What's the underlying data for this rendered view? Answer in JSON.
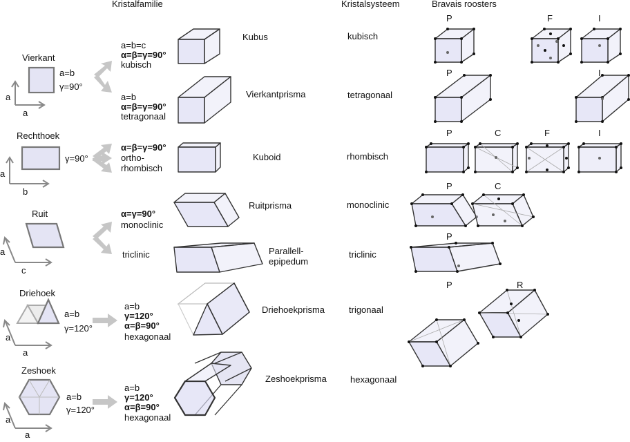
{
  "headers": {
    "family": "Kristalfamilie",
    "system": "Kristalsysteem",
    "bravais": "Bravais roosters"
  },
  "shapes2d": [
    {
      "name": "Vierkant",
      "cond1": "a=b",
      "cond2": "γ=90°",
      "axis1": "a",
      "axis2": "a"
    },
    {
      "name": "Rechthoek",
      "cond1": "γ=90°",
      "axis1": "a",
      "axis2": "b"
    },
    {
      "name": "Ruit",
      "axis1": "a",
      "axis2": "c"
    },
    {
      "name": "Driehoek",
      "cond1": "a=b",
      "cond2": "γ=120°",
      "axis1": "a",
      "axis2": "a"
    },
    {
      "name": "Zeshoek",
      "cond1": "a=b",
      "cond2": "γ=120°",
      "axis1": "a",
      "axis2": "a"
    }
  ],
  "conditions": {
    "cubic": [
      "a=b=c",
      "α=β=γ=90°",
      "kubisch"
    ],
    "tetragonal": [
      "a=b",
      "α=β=γ=90°",
      "tetragonaal"
    ],
    "ortho": [
      "α=β=γ=90°",
      "ortho-",
      "rhombisch"
    ],
    "mono": [
      "α=γ=90°",
      "monoclinic"
    ],
    "tri": [
      "triclinic"
    ],
    "trigonal": [
      "a=b",
      "γ=120°",
      "α=β=90°",
      "hexagonaal"
    ],
    "hexagonal": [
      "a=b",
      "γ=120°",
      "α=β=90°",
      "hexagonaal"
    ]
  },
  "prisms": {
    "cube": "Kubus",
    "tetra": "Vierkantprisma",
    "cuboid": "Kuboid",
    "rhomb": "Ruitprisma",
    "para1": "Parallell-",
    "para2": "epipedum",
    "tri": "Driehoekprisma",
    "hex": "Zeshoekprisma"
  },
  "systems": {
    "cubic": "kubisch",
    "tetragonal": "tetragonaal",
    "ortho": "rhombisch",
    "mono": "monoclinic",
    "tri": "triclinic",
    "trigonal": "trigonaal",
    "hexagonal": "hexagonaal"
  },
  "lattice_labels": {
    "P": "P",
    "F": "F",
    "I": "I",
    "C": "C",
    "R": "R"
  },
  "colors": {
    "face": "#dadaf2",
    "arrow": "#c6c6c6",
    "edge": "#333333"
  }
}
